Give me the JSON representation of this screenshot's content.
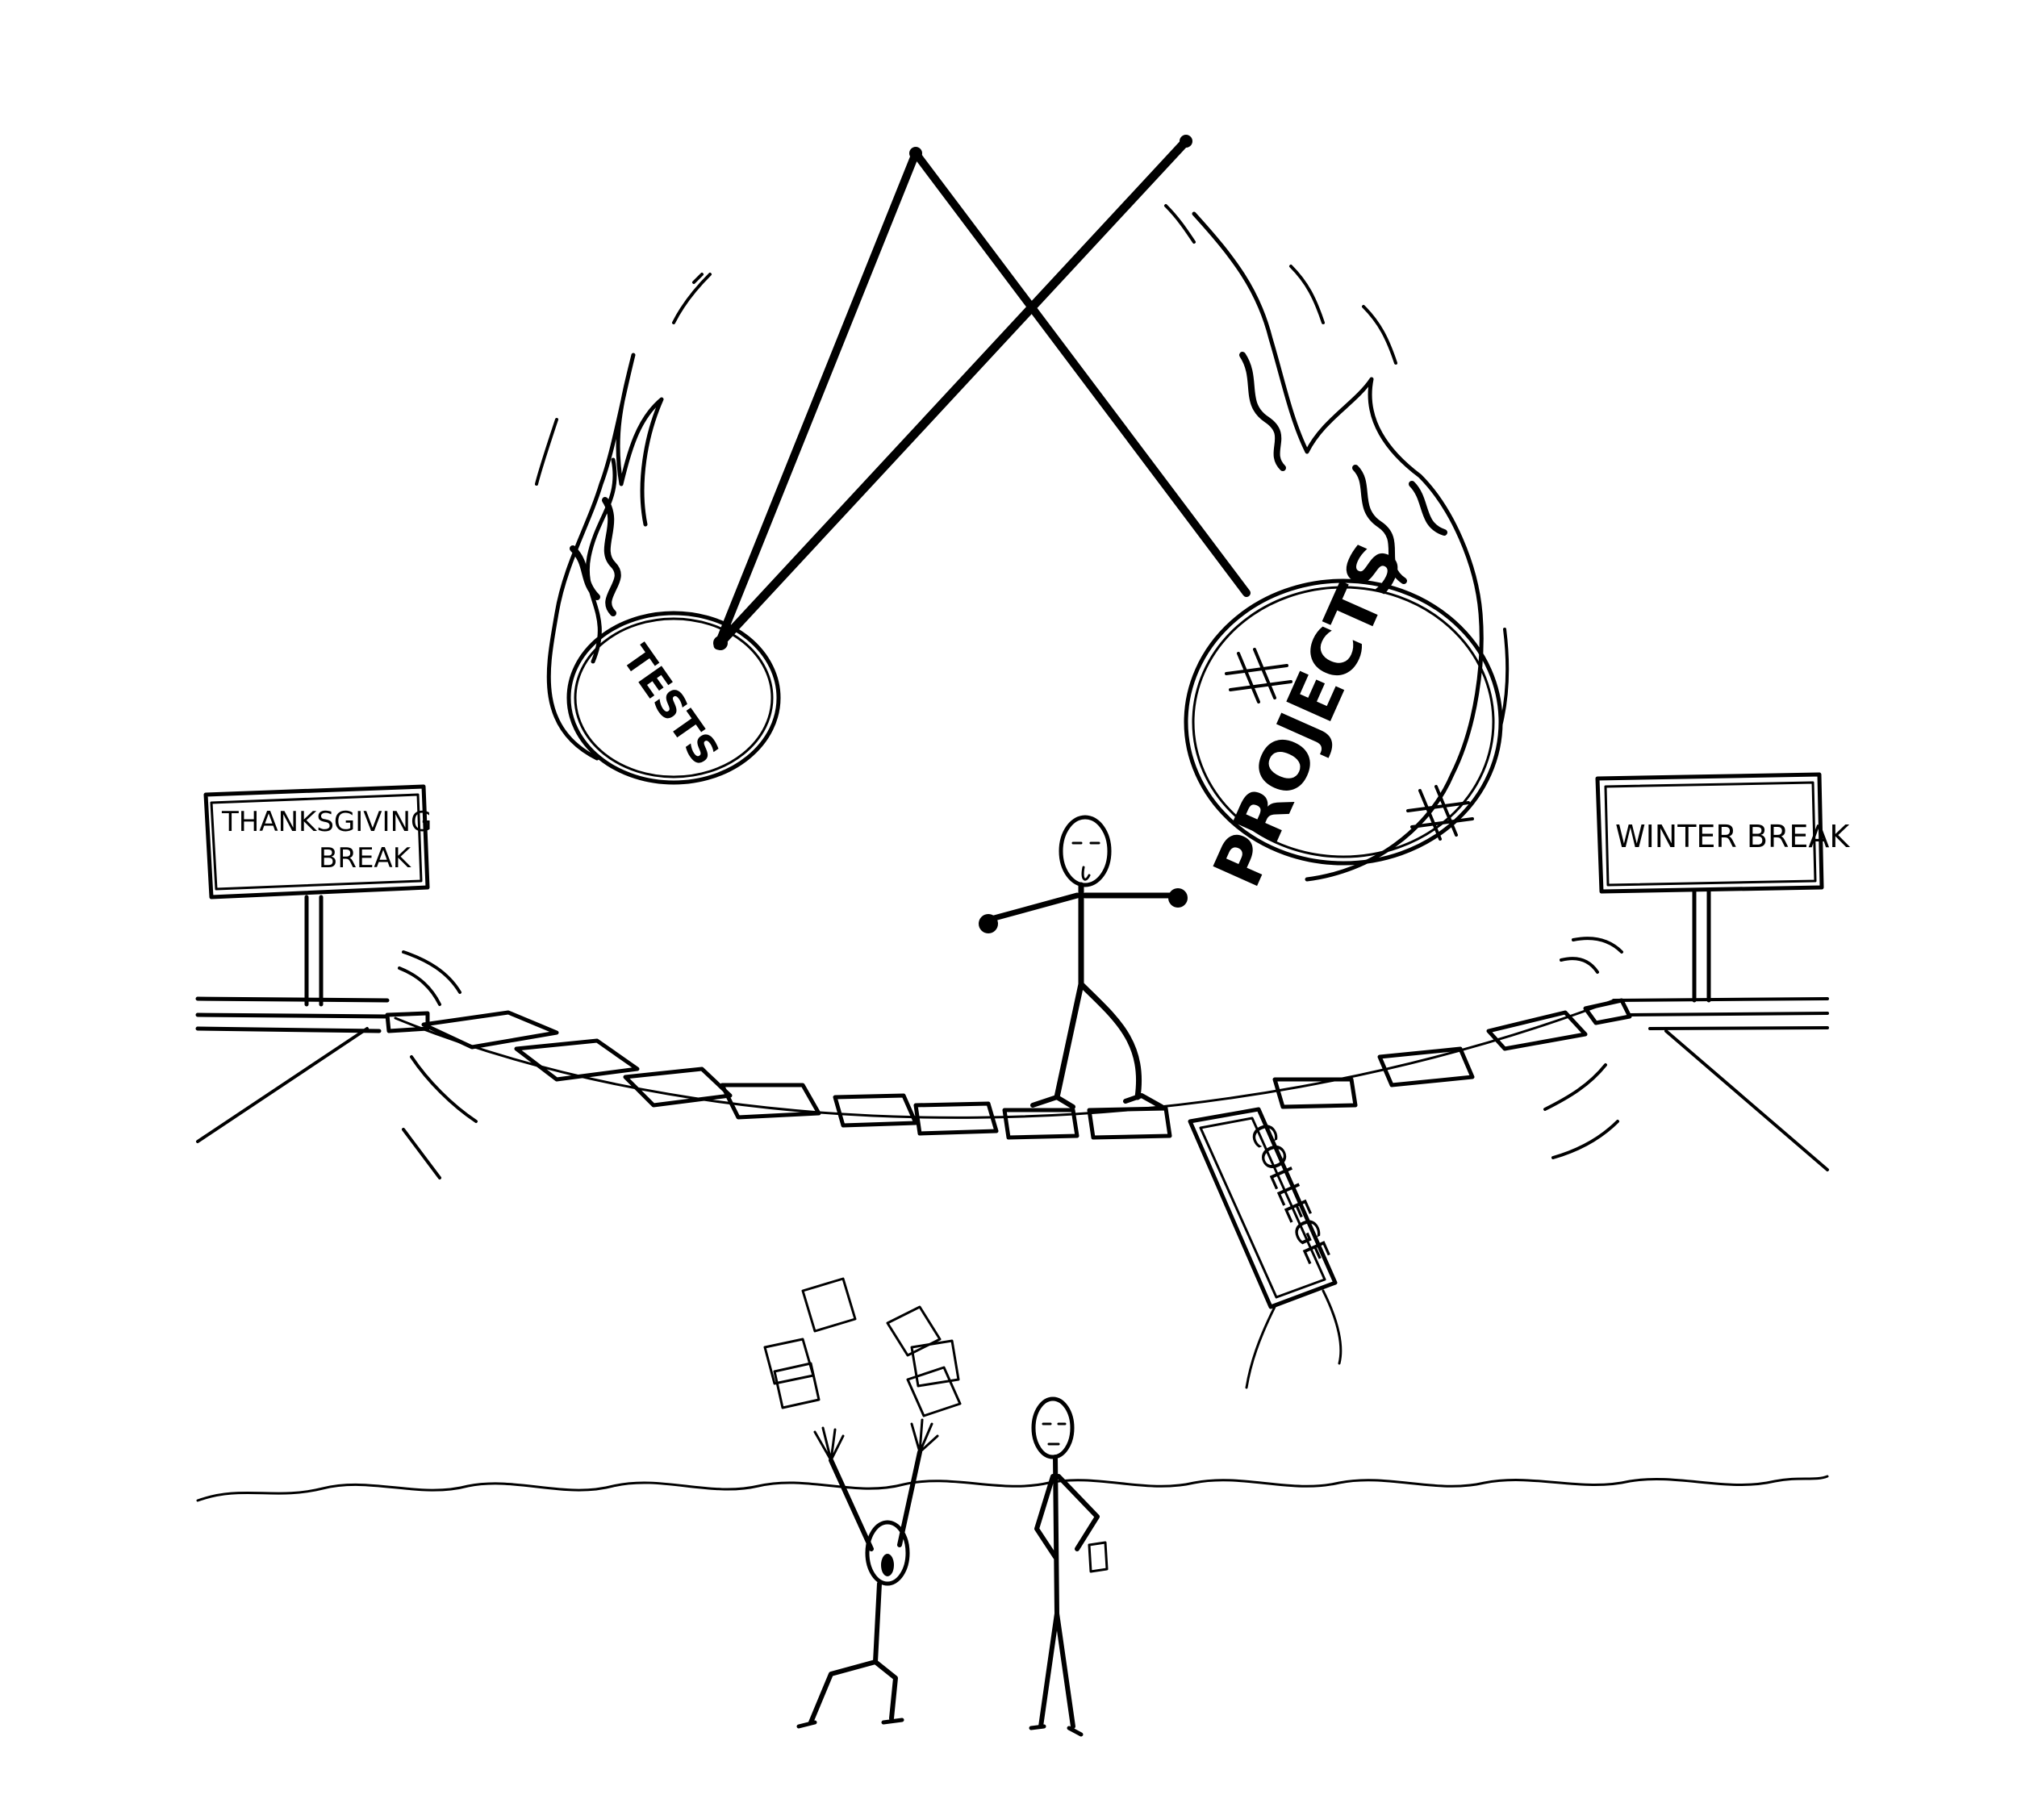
{
  "signs": {
    "left": {
      "line1": "THANKSGIVING",
      "line2": "BREAK"
    },
    "right": {
      "text": "WINTER BREAK"
    }
  },
  "balls": {
    "left": {
      "label": "TESTS"
    },
    "right": {
      "label": "PROJECTS"
    }
  },
  "banner": {
    "text": "COLLEGE"
  },
  "colors": {
    "ink": "#000000",
    "paper": "#ffffff"
  }
}
